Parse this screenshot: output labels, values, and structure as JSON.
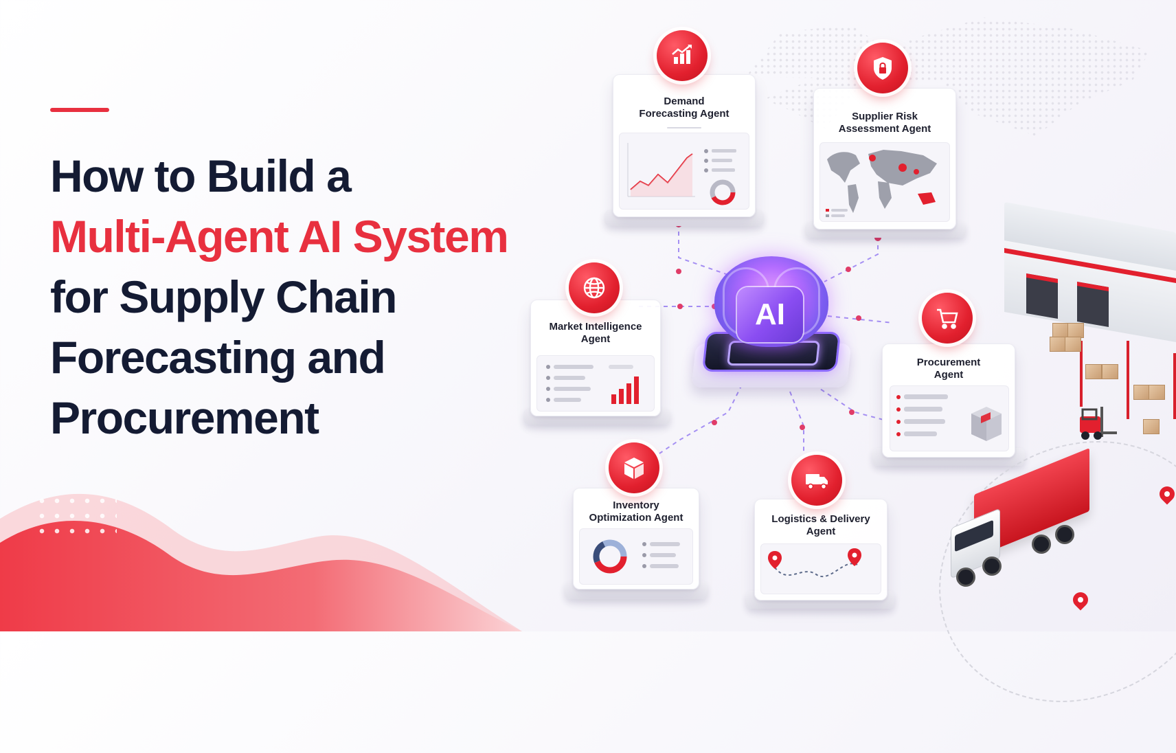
{
  "title": {
    "line1": "How to Build a",
    "line2": "Multi-Agent AI System",
    "line3": "for Supply Chain",
    "line4": "Forecasting and",
    "line5": "Procurement"
  },
  "hub": {
    "label": "AI"
  },
  "agents": {
    "demand": {
      "label": "Demand\nForecasting Agent",
      "icon": "chart-growth-icon"
    },
    "supplier_risk": {
      "label": "Supplier Risk\nAssessment Agent",
      "icon": "shield-lock-icon"
    },
    "market_intelligence": {
      "label": "Market Intelligence\nAgent",
      "icon": "globe-icon"
    },
    "procurement": {
      "label": "Procurement\nAgent",
      "icon": "shopping-cart-icon"
    },
    "inventory": {
      "label": "Inventory\nOptimization Agent",
      "icon": "box-icon"
    },
    "logistics": {
      "label": "Logistics & Delivery\nAgent",
      "icon": "truck-icon"
    }
  },
  "colors": {
    "accent": "#e8303f",
    "navy": "#141b33",
    "hub_purple": "#8a4df2"
  }
}
